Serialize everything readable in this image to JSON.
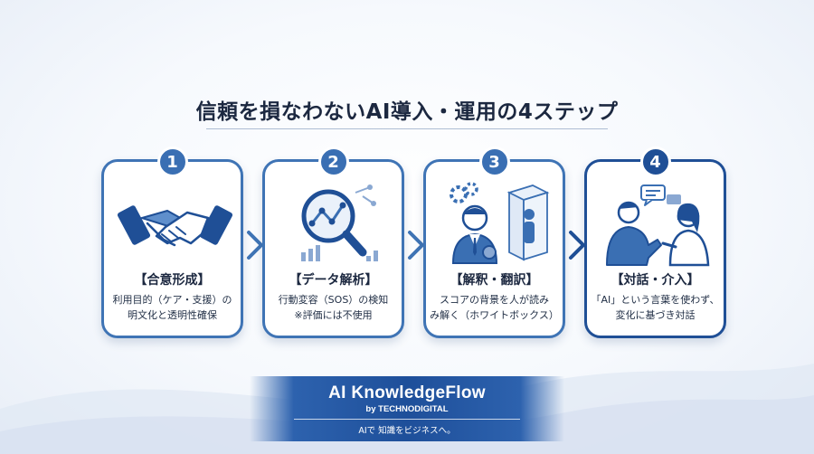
{
  "title": "信頼を損なわないAI導入・運用の4ステップ",
  "steps": [
    {
      "number": "1",
      "title": "【合意形成】",
      "lines": [
        "利用目的（ケア・支援）の",
        "明文化と透明性確保"
      ],
      "icon": "handshake-icon"
    },
    {
      "number": "2",
      "title": "【データ解析】",
      "lines": [
        "行動変容（SOS）の検知",
        "※評価には不使用"
      ],
      "icon": "magnifier-chart-icon"
    },
    {
      "number": "3",
      "title": "【解釈・翻訳】",
      "lines": [
        "スコアの背景を人が読み",
        "み解く（ホワイトボックス）"
      ],
      "icon": "analyst-whitebox-icon"
    },
    {
      "number": "4",
      "title": "【対話・介入】",
      "lines": [
        "「AI」という言葉を使わず、",
        "変化に基づき対話"
      ],
      "icon": "conversation-icon"
    }
  ],
  "brand": {
    "name": "AI KnowledgeFlow",
    "by": "by TECHNODIGITAL",
    "tagline": "AIで 知識をビジネスへ。"
  },
  "colors": {
    "accent": "#3a6fb3",
    "dark_accent": "#1f4f96",
    "text": "#1c2840"
  }
}
